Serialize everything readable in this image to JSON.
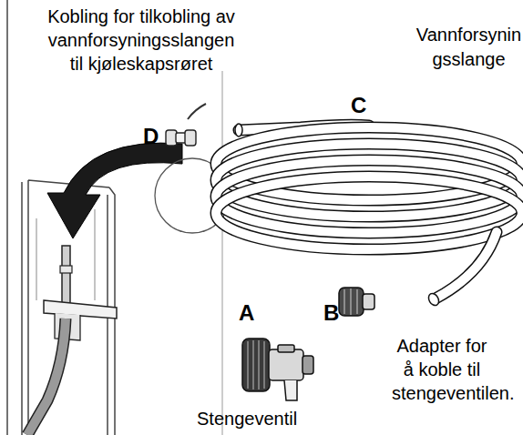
{
  "diagram": {
    "labels": [
      "Kobling for tilkobling av vannforsyningsslangen til kjøleskapsrøret",
      "Vannforsynin gsslange",
      "C",
      "D",
      "A",
      "B",
      "Adapter for å koble til stengeventilen.",
      "Stengeventil"
    ]
  }
}
